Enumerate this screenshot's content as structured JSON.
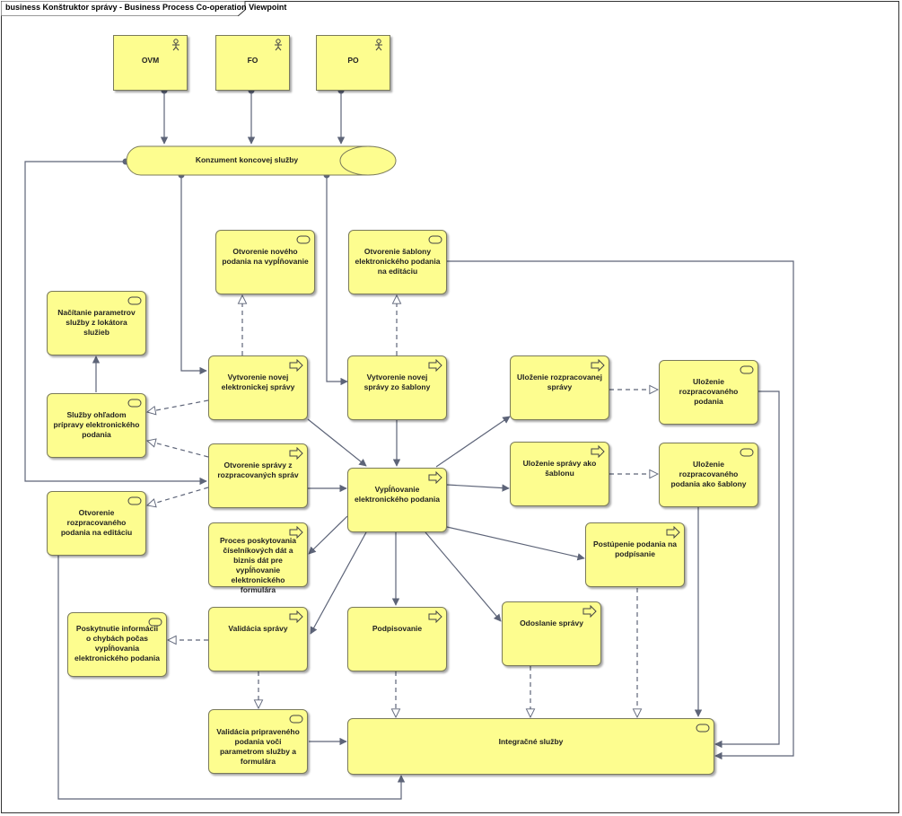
{
  "diagram": {
    "title": "business Konštruktor správy - Business Process Co-operation Viewpoint",
    "actors": [
      {
        "id": "ovm",
        "label": "OVM"
      },
      {
        "id": "fo",
        "label": "FO"
      },
      {
        "id": "po",
        "label": "PO"
      }
    ],
    "interface": {
      "label": "Konzument koncovej služby"
    },
    "processes": [
      {
        "id": "p1",
        "label": "Vytvorenie novej elektronickej správy"
      },
      {
        "id": "p2",
        "label": "Vytvorenie novej správy zo šablony"
      },
      {
        "id": "p3",
        "label": "Uloženie rozpracovanej správy"
      },
      {
        "id": "p4",
        "label": "Uloženie správy ako šablonu"
      },
      {
        "id": "p5",
        "label": "Otvorenie správy z rozpracovaných správ"
      },
      {
        "id": "p6",
        "label": "Vypĺňovanie elektronického podania"
      },
      {
        "id": "p7",
        "label": "Proces poskytovania číselníkových dát a biznis dát pre vypĺňovanie elektronického formulára"
      },
      {
        "id": "p8",
        "label": "Postúpenie podania na podpísanie"
      },
      {
        "id": "p9",
        "label": "Validácia správy"
      },
      {
        "id": "p10",
        "label": "Podpisovanie"
      },
      {
        "id": "p11",
        "label": "Odoslanie správy"
      }
    ],
    "services": [
      {
        "id": "s1",
        "label": "Otvorenie nového podania na vypĺňovanie"
      },
      {
        "id": "s2",
        "label": "Otvorenie šablony elektronického podania na editáciu"
      },
      {
        "id": "s3",
        "label": "Načítanie parametrov služby z lokátora služieb"
      },
      {
        "id": "s4",
        "label": "Služby ohľadom prípravy elektronického podania"
      },
      {
        "id": "s5",
        "label": "Otvorenie rozpracovaného podania na editáciu"
      },
      {
        "id": "s6",
        "label": "Uloženie rozpracovaného podania"
      },
      {
        "id": "s7",
        "label": "Uloženie rozpracovaného podania ako šablony"
      },
      {
        "id": "s8",
        "label": "Poskytnutie informácií o chybách počas vypĺňovania elektronického podania"
      },
      {
        "id": "s9",
        "label": "Validácia pripraveného podania voči parametrom služby a formulára"
      },
      {
        "id": "s10",
        "label": "Integračné služby"
      }
    ]
  },
  "colors": {
    "node_fill": "#fdfd8f",
    "node_border": "#7a7a5a",
    "edge": "#5d6478"
  }
}
